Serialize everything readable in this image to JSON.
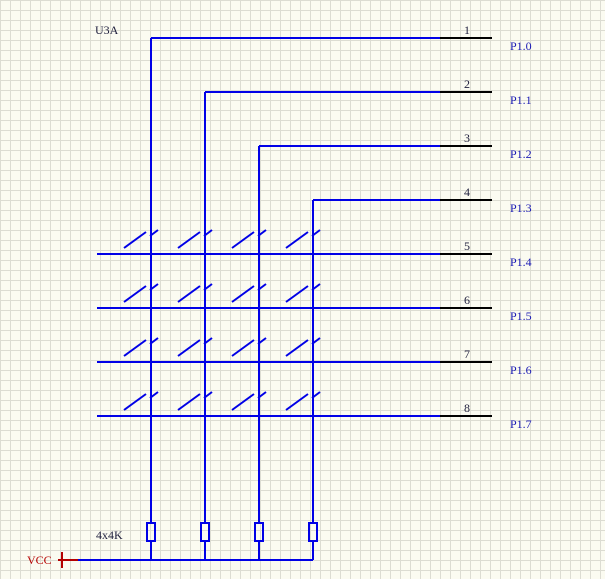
{
  "component": {
    "designator": "U3A",
    "resistor_network": "4x4K",
    "power_label": "VCC"
  },
  "pins": [
    {
      "number": "1",
      "port": "P1.0"
    },
    {
      "number": "2",
      "port": "P1.1"
    },
    {
      "number": "3",
      "port": "P1.2"
    },
    {
      "number": "4",
      "port": "P1.3"
    },
    {
      "number": "5",
      "port": "P1.4"
    },
    {
      "number": "6",
      "port": "P1.5"
    },
    {
      "number": "7",
      "port": "P1.6"
    },
    {
      "number": "8",
      "port": "P1.7"
    }
  ],
  "colors": {
    "wire": "#0000e6",
    "pin": "#000000",
    "power": "#b40000",
    "grid": "#dcdcd2",
    "background": "#fbfbf1"
  }
}
